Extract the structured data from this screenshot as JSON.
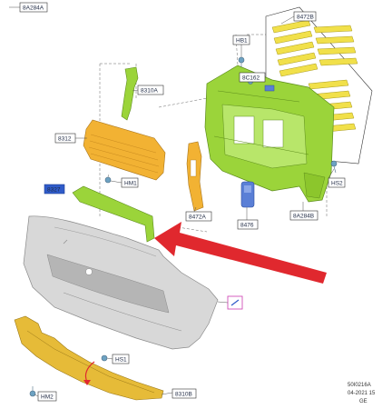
{
  "labels": {
    "top_left": "8A284A",
    "grille_8472b": "8472B",
    "clip_hb1": "HB1",
    "duct_8310a": "8310A",
    "clip_8c162": "8C162",
    "shutter_8312": "8312",
    "clip_hm1": "HM1",
    "bracket_blue": "8327",
    "clip_hs2": "HS2",
    "duct_8472a": "8472A",
    "part_8476": "8476",
    "panel_8a284b": "8A284B",
    "clip_hs1": "HS1",
    "clip_hm2": "HM2",
    "shield_8310b": "8310B"
  },
  "footer": {
    "line1": "50I0216A",
    "line2": "04-2021 15",
    "line3": "GE"
  },
  "colors": {
    "green_part": "#9bd43a",
    "orange_part": "#f2b233",
    "yellow_part": "#f1e04a",
    "gold_part": "#e6bb38",
    "bumper": "#d8d8d8",
    "arrow": "#e0282e",
    "label_blue": "#2f5bc9",
    "callout_magenta": "#d14fb9"
  }
}
